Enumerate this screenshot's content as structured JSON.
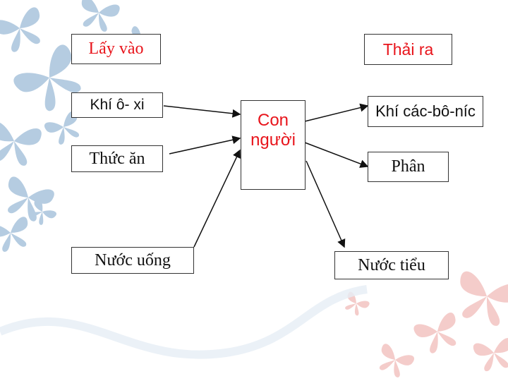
{
  "header": {
    "left_label": "Lấy vào",
    "right_label": "Thải ra"
  },
  "center": {
    "line1": "Con",
    "line2": "người"
  },
  "inputs": {
    "oxygen": "Khí ô- xi",
    "food": "Thức ăn",
    "water": "Nước uống"
  },
  "outputs": {
    "co2": "Khí các-bô-níc",
    "feces": "Phân",
    "urine": "Nước tiểu"
  },
  "colors": {
    "heading_red": "#e8141b",
    "butterfly_blue": "#a9c4dc",
    "butterfly_pink": "#f3c7c5"
  }
}
